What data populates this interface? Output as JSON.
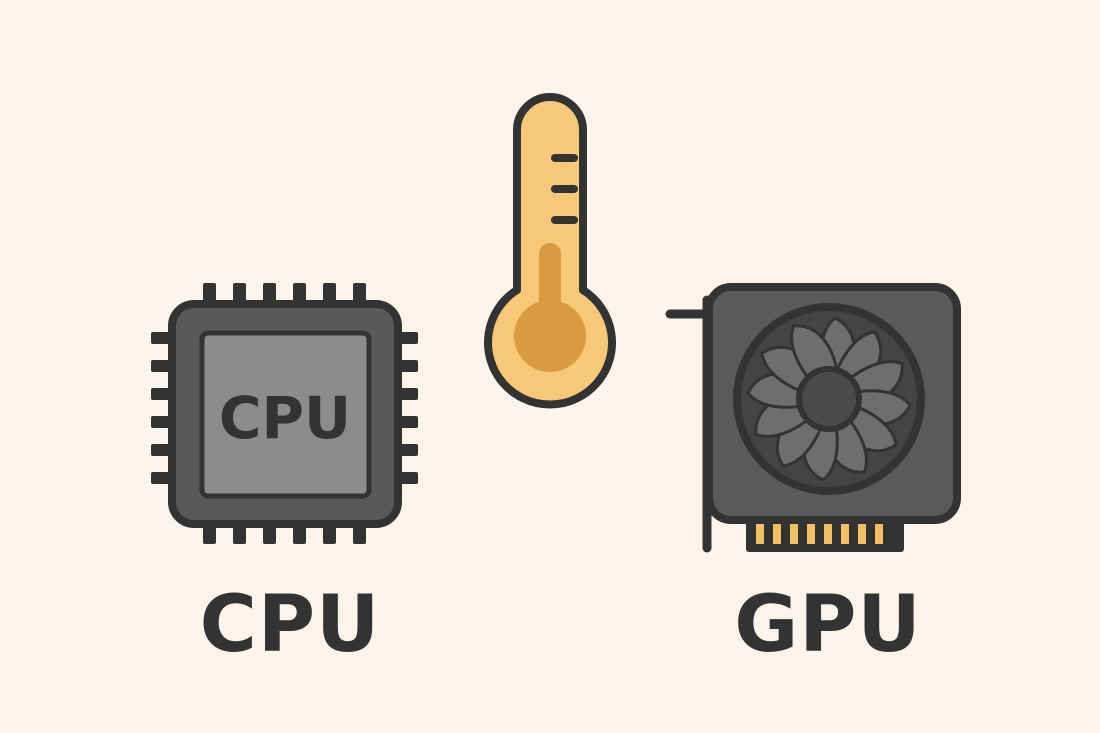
{
  "labels": {
    "cpu_chip_text": "CPU",
    "cpu_caption": "CPU",
    "gpu_caption": "GPU"
  },
  "icons": {
    "cpu": "cpu-chip-icon",
    "thermometer": "thermometer-icon",
    "gpu": "graphics-card-icon"
  },
  "colors": {
    "background": "#fcf4ea",
    "outline": "#333333",
    "chip_body": "#595959",
    "chip_die": "#8c8c8c",
    "thermo_glass": "#f6c878",
    "thermo_fluid": "#d99a42",
    "gpu_body": "#5a5a5a",
    "gpu_contacts": "#f2c060"
  }
}
